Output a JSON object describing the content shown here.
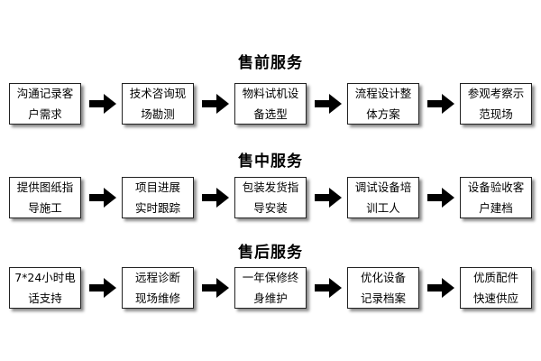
{
  "sections": [
    {
      "title": "售前服务",
      "steps": [
        [
          "沟通记录客",
          "户需求"
        ],
        [
          "技术咨询现",
          "场勘测"
        ],
        [
          "物料试机设",
          "备选型"
        ],
        [
          "流程设计整",
          "体方案"
        ],
        [
          "参观考察示",
          "范现场"
        ]
      ]
    },
    {
      "title": "售中服务",
      "steps": [
        [
          "提供图纸指",
          "导施工"
        ],
        [
          "项目进展",
          "实时跟踪"
        ],
        [
          "包装发货指",
          "导安装"
        ],
        [
          "调试设备培",
          "训工人"
        ],
        [
          "设备验收客",
          "户建档"
        ]
      ]
    },
    {
      "title": "售后服务",
      "steps": [
        [
          "7*24小时电",
          "话支持"
        ],
        [
          "远程诊断",
          "现场维修"
        ],
        [
          "一年保修终",
          "身维护"
        ],
        [
          "优化设备",
          "记录档案"
        ],
        [
          "优质配件",
          "快速供应"
        ]
      ]
    }
  ],
  "arrow_icon": "arrow-right-icon"
}
